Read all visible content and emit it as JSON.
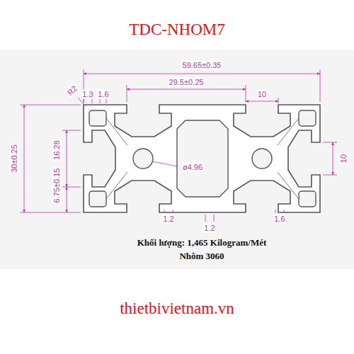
{
  "diagram": {
    "title": "TDC-NHOM7",
    "labels": [
      "59.65±0.35",
      "29.5±0.25",
      "R2",
      "1.3",
      "1.6",
      "10",
      "30±0.25",
      "16.28",
      "6.75±0.15",
      "ø4.96",
      "10",
      "1.2",
      "1.2",
      "1.6",
      "Khối lượng: 1,465 Kilogram/Mét",
      "Nhôm 3060",
      "thietbivietnam.vn"
    ]
  }
}
